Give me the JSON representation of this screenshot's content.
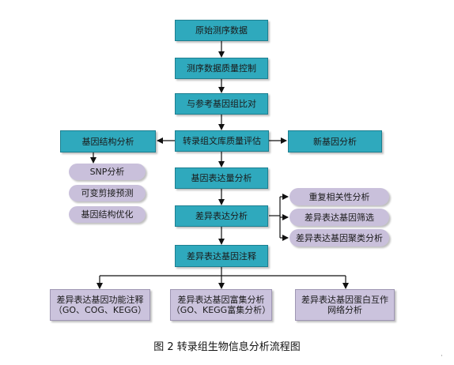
{
  "flowchart": {
    "raw_data": "原始测序数据",
    "quality_control": "测序数据质量控制",
    "alignment": "与参考基因组比对",
    "library_eval": "转录组文库质量评估",
    "gene_structure": "基因结构分析",
    "new_gene": "新基因分析",
    "snp": "SNP分析",
    "alt_splicing": "可变剪接预测",
    "structure_opt": "基因结构优化",
    "expression": "基因表达量分析",
    "diff_expression": "差异表达分析",
    "repeat_correlation": "重复相关性分析",
    "deg_screening": "差异表达基因筛选",
    "deg_clustering": "差异表达基因聚类分析",
    "deg_annotation": "差异表达基因注释",
    "func_annot_line1": "差异表达基因功能注释",
    "func_annot_line2": "（GO、COG、KEGG）",
    "enrich_line1": "差异表达基因富集分析",
    "enrich_line2": "（GO、KEGG富集分析）",
    "ppi_line1": "差异表达基因蛋白互作",
    "ppi_line2": "网络分析"
  },
  "caption": "图 2 转录组生物信息分析流程图",
  "watermark": "·",
  "colors": {
    "teal_box": "#2fa9bd",
    "purple_box": "#cbc3dd",
    "arrow": "#111111"
  }
}
